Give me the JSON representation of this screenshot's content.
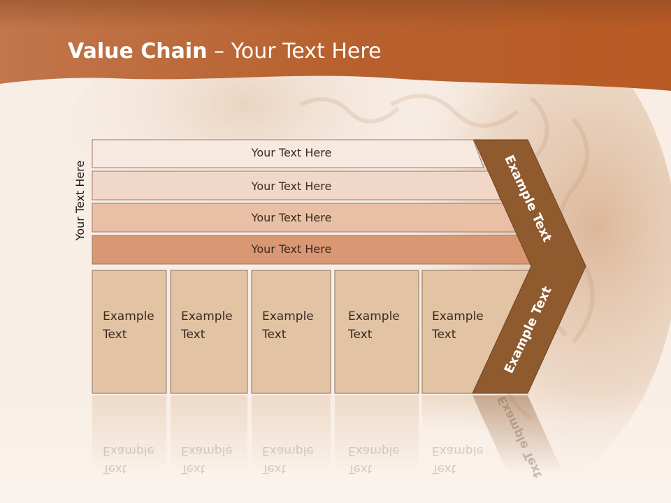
{
  "slide": {
    "title_bold": "Value Chain",
    "title_rest": " – Your Text Here",
    "side_label": "Your Text Here"
  },
  "bars": [
    {
      "label": "Your Text Here",
      "fill": "#f7e8e0"
    },
    {
      "label": "Your Text Here",
      "fill": "#f1d7c8"
    },
    {
      "label": "Your Text Here",
      "fill": "#e9c0a5"
    },
    {
      "label": "Your Text Here",
      "fill": "#d99773"
    }
  ],
  "boxes": [
    {
      "line1": "Example",
      "line2": "Text"
    },
    {
      "line1": "Example",
      "line2": "Text"
    },
    {
      "line1": "Example",
      "line2": "Text"
    },
    {
      "line1": "Example",
      "line2": "Text"
    },
    {
      "line1": "Example",
      "line2": "Text"
    }
  ],
  "chevron": {
    "upper_label": "Example Text",
    "lower_label": "Example Text",
    "fill": "#8e5a2e"
  },
  "colors": {
    "header": "#b9622f",
    "box_fill": "#e2c3a4",
    "box_stroke": "#8a7060"
  }
}
